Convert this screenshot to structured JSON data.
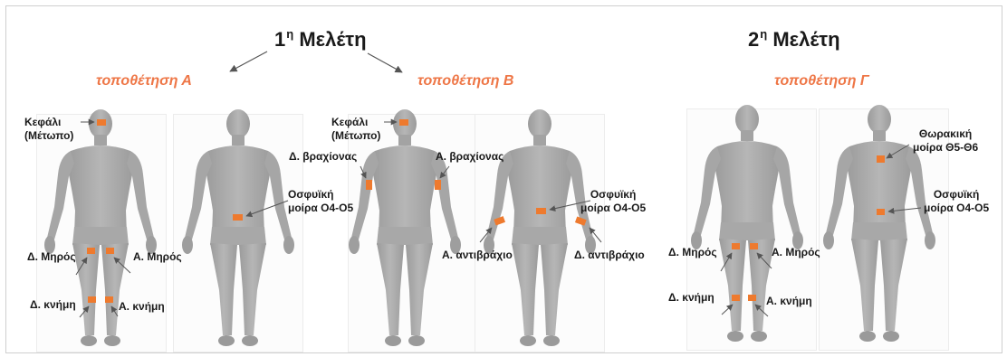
{
  "colors": {
    "accent": "#ee7646",
    "marker": "#ee7a2e",
    "body": "#a9a9a9",
    "body_shade": "#8f8f8f",
    "text": "#1a1a1a",
    "arrow": "#555555"
  },
  "study1": {
    "title": "1",
    "title_sup": "η",
    "title_rest": "Μελέτη",
    "placement_a": "τοποθέτηση Α",
    "placement_b": "τοποθέτηση Β"
  },
  "study2": {
    "title": "2",
    "title_sup": "η",
    "title_rest": "Μελέτη",
    "placement_c": "τοποθέτηση Γ"
  },
  "labels": {
    "head_line1": "Κεφάλι",
    "head_line2": "(Μέτωπο)",
    "right_thigh": "Δ. Μηρός",
    "left_thigh": "Α. Μηρός",
    "right_shin": "Δ. κνήμη",
    "left_shin": "Α. κνήμη",
    "lumbar_line1": "Οσφυϊκή",
    "lumbar_line1_b": "Οσφυϊκή",
    "lumbar_line2": "μοίρα Ο4-Ο5",
    "right_arm": "Δ. βραχίονας",
    "left_arm": "Α. βραχίονας",
    "left_forearm": "Α. αντιβράχιο",
    "right_forearm": "Δ. αντιβράχιο",
    "thoracic_line1": "Θωρακική",
    "thoracic_line2": "μοίρα Θ5-Θ6"
  }
}
